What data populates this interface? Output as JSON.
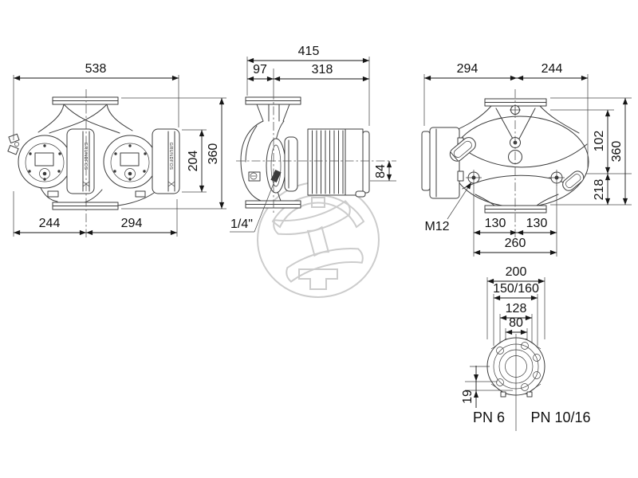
{
  "meta": {
    "drawing_type": "Technical dimensional drawing - twin-head circulator pump",
    "background": "#ffffff",
    "line_color": "#3d3d3d",
    "dimension_color": "#161616",
    "watermark_color": "#cccccc",
    "watermark": "circular I-beam logo watermark"
  },
  "brand": {
    "name": "GRUNDFOS"
  },
  "views": {
    "front": {
      "dims": {
        "total_width": "538",
        "total_height": "360",
        "control_box_height": "204",
        "axis_to_left": "244",
        "axis_to_right": "294"
      }
    },
    "side": {
      "dims": {
        "total_depth": "415",
        "flange_face_to_axis": "97",
        "axis_to_motor_end": "318",
        "axis_to_bottom_edge": "84",
        "vent_plug": "1/4\""
      }
    },
    "rear": {
      "dims": {
        "left_to_axis": "294",
        "axis_to_right": "244",
        "flange_to_axis_upper": "102",
        "total_height": "360",
        "axis_to_bottom": "218",
        "bolt_thread": "M12",
        "bolt_offset_left": "130",
        "bolt_offset_right": "130",
        "bolt_span": "260"
      }
    },
    "flange": {
      "dims": {
        "flange_outer_diameter": "200",
        "bolt_circle_diameter": "150/160",
        "hub_diameter": "128",
        "bore_diameter": "80",
        "bolt_hole_offset": "19"
      },
      "pressure_rating_left": "PN 6",
      "pressure_rating_right": "PN 10/16"
    }
  }
}
